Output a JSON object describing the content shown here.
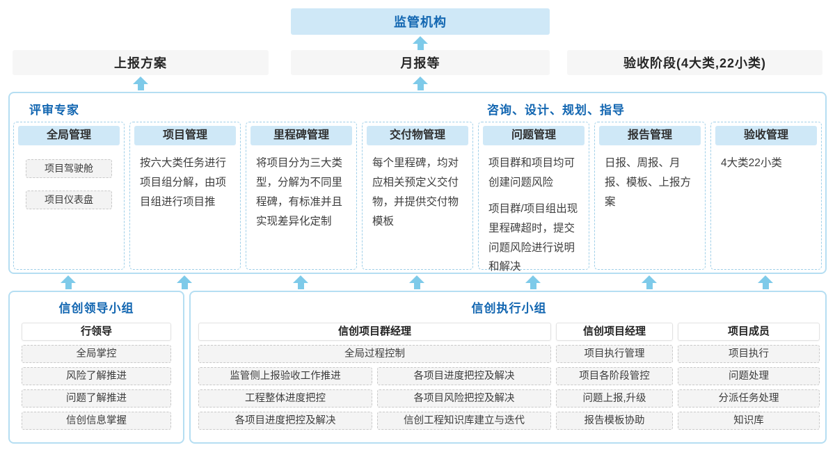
{
  "colors": {
    "accent_blue": "#1266b1",
    "header_bg": "#cfe8f7",
    "arrow": "#7ecae9",
    "panel_border": "#b5def2"
  },
  "top": {
    "regulator": "监管机构",
    "items": [
      "上报方案",
      "月报等",
      "验收阶段(4大类,22小类)"
    ]
  },
  "middle": {
    "left_title": "评审专家",
    "right_title": "咨询、设计、规划、指导",
    "columns": [
      {
        "header": "全局管理",
        "boxes": [
          "项目驾驶舱",
          "项目仪表盘"
        ]
      },
      {
        "header": "项目管理",
        "text": "按六大类任务进行项目组分解，由项目组进行项目推"
      },
      {
        "header": "里程碑管理",
        "text": "将项目分为三大类型，分解为不同里程碑，有标准并且实现差异化定制"
      },
      {
        "header": "交付物管理",
        "text": "每个里程碑，均对应相关预定义交付物，并提供交付物模板"
      },
      {
        "header": "问题管理",
        "text": "项目群和项目均可创建问题风险",
        "text2": "项目群/项目组出现里程碑超时，提交问题风险进行说明和解决"
      },
      {
        "header": "报告管理",
        "text": "日报、周报、月报、模板、上报方案"
      },
      {
        "header": "验收管理",
        "text": "4大类22小类"
      }
    ]
  },
  "bottom": {
    "leadership": {
      "title": "信创领导小组",
      "role": "行领导",
      "items": [
        "全局掌控",
        "风险了解推进",
        "问题了解推进",
        "信创信息掌握"
      ]
    },
    "execution": {
      "title": "信创执行小组",
      "program_manager": {
        "role": "信创项目群经理",
        "full_item": "全局过程控制",
        "left_items": [
          "监管侧上报验收工作推进",
          "工程整体进度把控",
          "各项目进度把控及解决"
        ],
        "right_items": [
          "各项目进度把控及解决",
          "各项目风险把控及解决",
          "信创工程知识库建立与迭代"
        ]
      },
      "project_manager": {
        "role": "信创项目经理",
        "items": [
          "项目执行管理",
          "项目各阶段管控",
          "问题上报,升级",
          "报告模板协助"
        ]
      },
      "member": {
        "role": "项目成员",
        "items": [
          "项目执行",
          "问题处理",
          "分派任务处理",
          "知识库"
        ]
      }
    }
  }
}
